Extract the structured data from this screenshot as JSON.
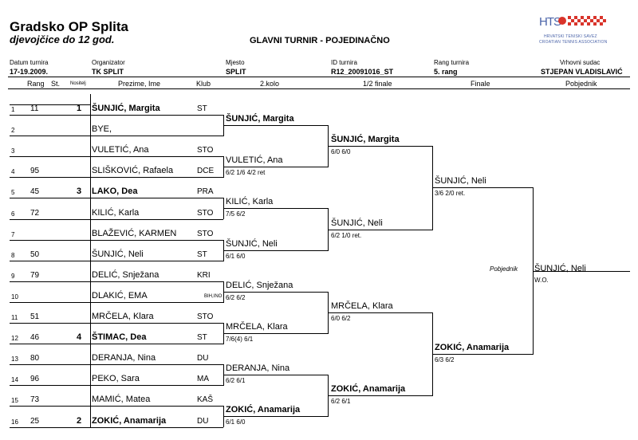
{
  "header": {
    "title": "Gradsko OP Splita",
    "subtitle": "djevojčice do 12 god.",
    "center_title": "GLAVNI TURNIR - POJEDINAČNO",
    "logo_text_line1": "HRVATSKI TENISKI SAVEZ",
    "logo_text_line2": "CROATIAN TENNIS ASSOCIATION",
    "logo_letters": "HTS",
    "brand_color": "#4a63a8",
    "accent_color": "#d9342b"
  },
  "info": {
    "date_label": "Datum turnira",
    "date_value": "17-19.2009.",
    "organizer_label": "Organizator",
    "organizer_value": "TK SPLIT",
    "place_label": "Mjesto",
    "place_value": "SPLIT",
    "id_label": "ID turnira",
    "id_value": "R12_20091016_ST",
    "rank_label": "Rang turnira",
    "rank_value": "5. rang",
    "referee_label": "Vrhovni sudac",
    "referee_value": "STJEPAN VLADISLAVIĆ"
  },
  "columns": {
    "rang": "Rang",
    "st": "St.",
    "nositelj": "Nositelj",
    "name": "Prezime, Ime",
    "club": "Klub",
    "round2": "2.kolo",
    "semi": "1/2 finale",
    "final": "Finale",
    "winner": "Pobjednik"
  },
  "players": [
    {
      "num": "1",
      "st": "11",
      "seed": "1",
      "name": "ŠUNJIĆ, Margita",
      "club": "ST",
      "bold": true,
      "small_club": false
    },
    {
      "num": "2",
      "st": "",
      "seed": "",
      "name": "BYE,",
      "club": "",
      "bold": false,
      "small_club": false
    },
    {
      "num": "3",
      "st": "",
      "seed": "",
      "name": "VULETIĆ, Ana",
      "club": "STO",
      "bold": false,
      "small_club": false
    },
    {
      "num": "4",
      "st": "95",
      "seed": "",
      "name": "SLIŠKOVIĆ, Rafaela",
      "club": "DCE",
      "bold": false,
      "small_club": false
    },
    {
      "num": "5",
      "st": "45",
      "seed": "3",
      "name": "LAKO, Dea",
      "club": "PRA",
      "bold": true,
      "small_club": false
    },
    {
      "num": "6",
      "st": "72",
      "seed": "",
      "name": "KILIĆ, Karla",
      "club": "STO",
      "bold": false,
      "small_club": false
    },
    {
      "num": "7",
      "st": "",
      "seed": "",
      "name": "BLAŽEVIĆ, KARMEN",
      "club": "STO",
      "bold": false,
      "small_club": false
    },
    {
      "num": "8",
      "st": "50",
      "seed": "",
      "name": "ŠUNJIĆ, Neli",
      "club": "ST",
      "bold": false,
      "small_club": false
    },
    {
      "num": "9",
      "st": "79",
      "seed": "",
      "name": "DELIĆ, Snježana",
      "club": "KRI",
      "bold": false,
      "small_club": false
    },
    {
      "num": "10",
      "st": "",
      "seed": "",
      "name": "DLAKIĆ, EMA",
      "club": "BIH,INO",
      "bold": false,
      "small_club": true
    },
    {
      "num": "11",
      "st": "51",
      "seed": "",
      "name": "MRČELA, Klara",
      "club": "STO",
      "bold": false,
      "small_club": false
    },
    {
      "num": "12",
      "st": "46",
      "seed": "4",
      "name": "ŠTIMAC, Dea",
      "club": "ST",
      "bold": true,
      "small_club": false
    },
    {
      "num": "13",
      "st": "80",
      "seed": "",
      "name": "DERANJA, Nina",
      "club": "DU",
      "bold": false,
      "small_club": false
    },
    {
      "num": "14",
      "st": "96",
      "seed": "",
      "name": "PEKO, Sara",
      "club": "MA",
      "bold": false,
      "small_club": false
    },
    {
      "num": "15",
      "st": "73",
      "seed": "",
      "name": "MAMIĆ, Matea",
      "club": "KAŠ",
      "bold": false,
      "small_club": false
    },
    {
      "num": "16",
      "st": "25",
      "seed": "2",
      "name": "ZOKIĆ, Anamarija",
      "club": "DU",
      "bold": true,
      "small_club": false
    }
  ],
  "round2": [
    {
      "name": "ŠUNJIĆ, Margita",
      "score": "",
      "bold": true
    },
    {
      "name": "VULETIĆ, Ana",
      "score": "6/2 1/6 4/2 ret",
      "bold": false
    },
    {
      "name": "KILIĆ, Karla",
      "score": "7/5 6/2",
      "bold": false
    },
    {
      "name": "ŠUNJIĆ, Neli",
      "score": "6/1 6/0",
      "bold": false
    },
    {
      "name": "DELIĆ, Snježana",
      "score": "6/2 6/2",
      "bold": false
    },
    {
      "name": "MRČELA, Klara",
      "score": "7/6(4) 6/1",
      "bold": false
    },
    {
      "name": "DERANJA, Nina",
      "score": "6/2 6/1",
      "bold": false
    },
    {
      "name": "ZOKIĆ, Anamarija",
      "score": "6/1 6/0",
      "bold": true
    }
  ],
  "semis": [
    {
      "name": "ŠUNJIĆ, Margita",
      "score": "6/0 6/0",
      "bold": true
    },
    {
      "name": "ŠUNJIĆ, Neli",
      "score": "6/2 1/0 ret.",
      "bold": false
    },
    {
      "name": "MRČELA, Klara",
      "score": "6/0 6/2",
      "bold": false
    },
    {
      "name": "ZOKIĆ, Anamarija",
      "score": "6/2 6/1",
      "bold": true
    }
  ],
  "finals": [
    {
      "name": "ŠUNJIĆ, Neli",
      "score": "3/6 2/0 ret.",
      "bold": false
    },
    {
      "name": "ZOKIĆ, Anamarija",
      "score": "6/3 6/2",
      "bold": true
    }
  ],
  "winner": {
    "label": "Pobjednik",
    "name": "ŠUNJIĆ, Neli",
    "score": "W.O."
  }
}
